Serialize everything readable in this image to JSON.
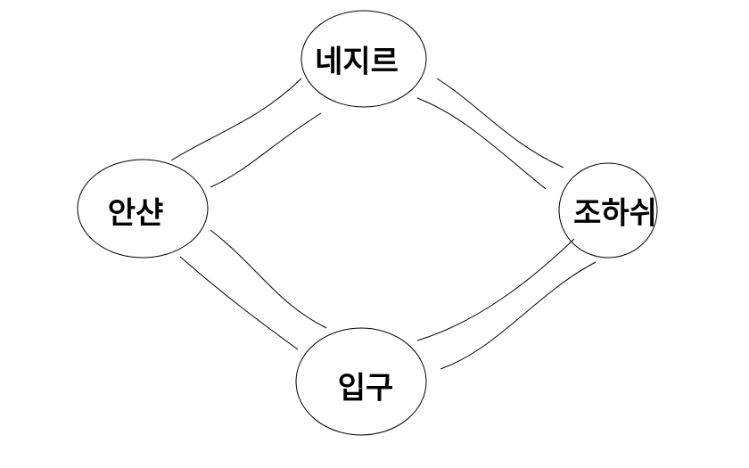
{
  "nodes": {
    "top": {
      "label": "네지르"
    },
    "left": {
      "label": "안샨"
    },
    "right": {
      "label": "조하쉬"
    },
    "bottom": {
      "label": "입구"
    }
  },
  "colors": {
    "stroke": "#000000",
    "background": "#ffffff"
  }
}
